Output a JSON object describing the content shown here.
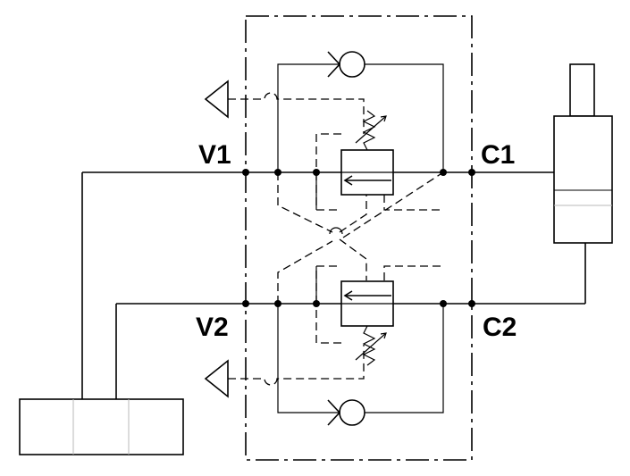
{
  "ports": {
    "v1": "V1",
    "v2": "V2",
    "c1": "C1",
    "c2": "C2"
  },
  "colors": {
    "line": "#000000",
    "background": "#ffffff",
    "divider": "#b8b8b8"
  }
}
